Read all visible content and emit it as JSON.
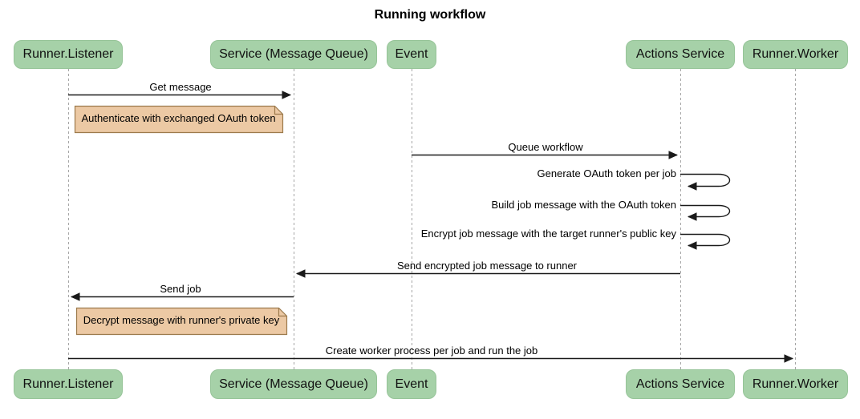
{
  "title": "Running workflow",
  "participants": [
    {
      "id": "runner-listener",
      "label": "Runner.Listener"
    },
    {
      "id": "service-message-queue",
      "label": "Service (Message Queue)"
    },
    {
      "id": "event",
      "label": "Event"
    },
    {
      "id": "actions-service",
      "label": "Actions Service"
    },
    {
      "id": "runner-worker",
      "label": "Runner.Worker"
    }
  ],
  "messages": [
    {
      "label": "Get message",
      "from": "Runner.Listener",
      "to": "Service (Message Queue)",
      "type": "arrow"
    },
    {
      "label": "Queue workflow",
      "from": "Event",
      "to": "Actions Service",
      "type": "arrow"
    },
    {
      "label": "Generate OAuth token per job",
      "from": "Actions Service",
      "to": "Actions Service",
      "type": "self-loop"
    },
    {
      "label": "Build job message with the OAuth token",
      "from": "Actions Service",
      "to": "Actions Service",
      "type": "self-loop"
    },
    {
      "label": "Encrypt job message with the target runner's public key",
      "from": "Actions Service",
      "to": "Actions Service",
      "type": "self-loop"
    },
    {
      "label": "Send encrypted job message to runner",
      "from": "Actions Service",
      "to": "Service (Message Queue)",
      "type": "arrow"
    },
    {
      "label": "Send job",
      "from": "Service (Message Queue)",
      "to": "Runner.Listener",
      "type": "arrow"
    },
    {
      "label": "Create worker process per job and run the job",
      "from": "Runner.Listener",
      "to": "Runner.Worker",
      "type": "arrow"
    }
  ],
  "notes": [
    {
      "label": "Authenticate with exchanged OAuth token"
    },
    {
      "label": "Decrypt message with runner's private key"
    }
  ],
  "colors": {
    "participant_fill": "#a6d1a8",
    "note_fill": "#ecc9a4",
    "note_border": "#9c7a4c",
    "line": "#1a1a1a",
    "lifeline": "#a6a6a6",
    "background": "#ffffff",
    "text": "#000000"
  }
}
